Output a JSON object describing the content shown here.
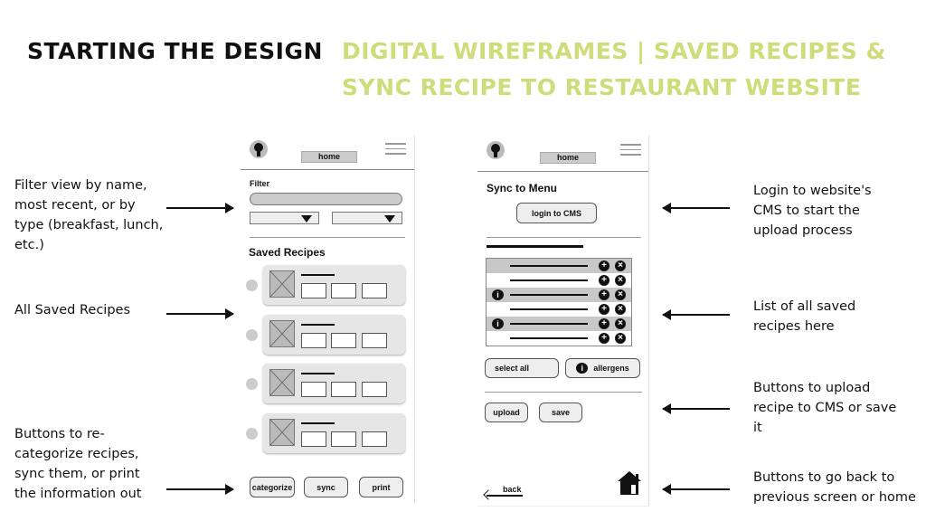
{
  "header": {
    "title_black": "STARTING THE DESIGN",
    "title_green_1": "DIGITAL WIREFRAMES | SAVED RECIPES &",
    "title_green_2": "SYNC RECIPE TO RESTAURANT WEBSITE",
    "accent": "#cfdc7a"
  },
  "left_notes": [
    "Filter view by name, most recent, or by type (breakfast, lunch, etc.)",
    "All Saved Recipes",
    "Buttons to re-categorize recipes, sync them, or print the information out"
  ],
  "right_notes": [
    "Login to website's CMS to start the upload process",
    "List of all saved recipes here",
    "Buttons to upload recipe to CMS or save it",
    "Buttons to go back to previous screen or home"
  ],
  "screen1": {
    "home": "home",
    "filter_label": "Filter",
    "saved_title": "Saved Recipes",
    "buttons": [
      "categorize",
      "sync",
      "print"
    ]
  },
  "screen2": {
    "home": "home",
    "title": "Sync to Menu",
    "login": "login to CMS",
    "info_glyph": "i",
    "plus_glyph": "+",
    "x_glyph": "×",
    "select_all": "select all",
    "allergens": "allergens",
    "upload": "upload",
    "save": "save",
    "back": "back"
  }
}
